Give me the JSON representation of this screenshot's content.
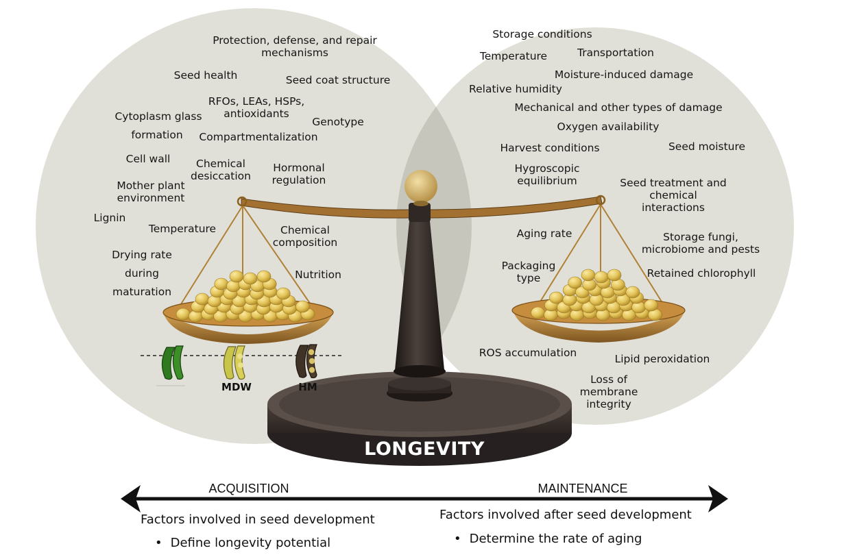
{
  "title": "LONGEVITY",
  "acquisition": {
    "heading": "ACQUISITION",
    "description": "Factors involved in seed development",
    "bullet": "Define longevity potential",
    "factors": [
      "Protection, defense, and repair\nmechanisms",
      "Seed health",
      "Seed coat structure",
      "RFOs, LEAs, HSPs,\nantioxidants",
      "Cytoplasm glass",
      "formation",
      "Genotype",
      "Compartmentalization",
      "Cell wall",
      "Chemical\ndesiccation",
      "Hormonal\nregulation",
      "Mother plant\nenvironment",
      "Lignin",
      "Temperature",
      "Chemical\ncomposition",
      "Drying rate",
      "during",
      "maturation",
      "Nutrition"
    ]
  },
  "maintenance": {
    "heading": "MAINTENANCE",
    "description": "Factors involved after seed development",
    "bullet": "Determine the rate of aging",
    "factors": [
      "Storage conditions",
      "Temperature",
      "Transportation",
      "Moisture-induced damage",
      "Relative humidity",
      "Mechanical and other types of damage",
      "Oxygen availability",
      "Harvest conditions",
      "Seed moisture",
      "Hygroscopic\nequilibrium",
      "Seed treatment and\nchemical\ninteractions",
      "Aging rate",
      "Storage fungi,\nmicrobiome and pests",
      "Packaging\ntype",
      "Retained chlorophyll",
      "ROS accumulation",
      "Lipid peroxidation",
      "Loss of\nmembrane\nintegrity"
    ]
  },
  "stages": [
    "MDW",
    "HM"
  ],
  "colors": {
    "circle_fill": "#e1e0d8",
    "overlap_fill": "#c7c6bc",
    "scale_dark": "#2e2724",
    "brass": "#b08035",
    "seed": "#e3c45a",
    "arrow": "#111111"
  }
}
